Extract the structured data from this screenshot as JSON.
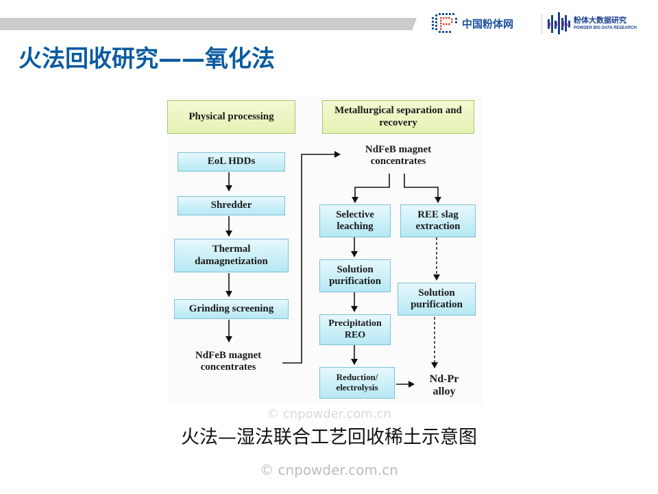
{
  "header": {
    "title": "火法回收研究——氧化法",
    "logo_primary": {
      "text": "中国粉体网",
      "mark": "CP",
      "color": "#1a4fa0",
      "accent": "#e0452b"
    },
    "logo_secondary": {
      "text_cn": "粉体大数据研究",
      "text_en": "POWDER BIG DATA RESEARCH",
      "color": "#1a3f8f",
      "accent": "#8a2a8a"
    }
  },
  "watermark": {
    "large": "© cnpowder.com.cn",
    "small": "© cnpowder.com.cn"
  },
  "diagram": {
    "left_header": "Physical processing",
    "right_header": "Metallurgical separation and recovery",
    "left_steps": [
      "EoL HDDs",
      "Shredder",
      "Thermal damagnetization",
      "Grinding screening"
    ],
    "left_output": "NdFeB magnet concentrates",
    "right_input": "NdFeB magnet concentrates",
    "branch_a": [
      "Selective leaching",
      "Solution purification",
      "Precipitation REO",
      "Reduction/ electrolysis"
    ],
    "branch_b": [
      "REE slag extraction",
      "Solution purification"
    ],
    "final_output": "Nd-Pr alloy",
    "colors": {
      "header_fill": "#e8f4bd",
      "step_fill": "#c4ecf7",
      "step_border": "#7cc0d6"
    }
  },
  "caption": "火法—湿法联合工艺回收稀土示意图"
}
